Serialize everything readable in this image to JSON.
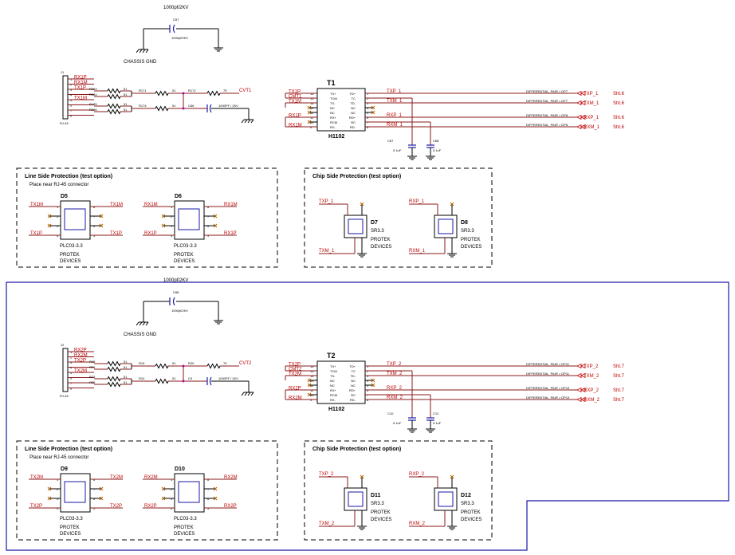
{
  "top": {
    "cap_rating": "1000pf/2KV",
    "cap_ref": "C87",
    "cap_value": "1000pf/2KV",
    "chassis": "CHASSIS GND",
    "conn_ref": "J1",
    "conn_type": "RJ-45",
    "conn_pins": [
      "1",
      "2",
      "3",
      "4",
      "5",
      "6",
      "7",
      "8"
    ],
    "conn_nets": [
      "RX1P",
      "RX1M",
      "TX1P",
      "",
      "TX1M",
      "",
      "",
      ""
    ],
    "resistors": [
      {
        "ref": "R183",
        "val": "51"
      },
      {
        "ref": "R184",
        "val": "51"
      },
      {
        "ref": "R185",
        "val": "51"
      },
      {
        "ref": "R186",
        "val": "51"
      }
    ],
    "r_mid": [
      {
        "ref": "R171",
        "val": "51"
      },
      {
        "ref": "R172",
        "val": "75"
      },
      {
        "ref": "R174",
        "val": "51"
      }
    ],
    "cvt": "CVT1",
    "c66": "C66",
    "c66_val": "1000PF / 2KV",
    "xfmr_ref": "T1",
    "xfmr_part": "H1102",
    "xfmr_left_pins": [
      "16",
      "15",
      "14",
      "13",
      "12",
      "11",
      "10",
      "9"
    ],
    "xfmr_left_names": [
      "TX+",
      "TCM",
      "TX-",
      "NC",
      "NC",
      "RX+",
      "RCM",
      "RX-"
    ],
    "xfmr_right_pins": [
      "1",
      "2",
      "3",
      "4",
      "5",
      "6",
      "7",
      "8"
    ],
    "xfmr_right_names": [
      "TD+",
      "TC",
      "TD-",
      "NC",
      "NC",
      "RD+",
      "RC",
      "RD-"
    ],
    "xfmr_left_nets": [
      "TX1P",
      "CMT1",
      "TX1M",
      "",
      "",
      "RX1P",
      "",
      "RX1M"
    ],
    "xfmr_right_nets": [
      "TXP_1",
      "",
      "TXM_1",
      "",
      "",
      "RXP_1",
      "",
      "RXM_1"
    ],
    "diff_pairs": [
      "DIFFERENTIAL_PAIR = DP7",
      "DIFFERENTIAL_PAIR = DP7",
      "DIFFERENTIAL_PAIR = DP8",
      "DIFFERENTIAL_PAIR = DP8"
    ],
    "offpage": [
      "TXP_1",
      "TXM_1",
      "RXP_1",
      "RXM_1"
    ],
    "sheet_ref": "Sht.6",
    "caps": [
      {
        "ref": "C67",
        "val": "0.1uF"
      },
      {
        "ref": "C68",
        "val": "0.1uF"
      }
    ],
    "line_title": "Line Side Protection (test option)",
    "line_note": "Place near RJ-45 connector",
    "chip_title": "Chip Side Protection (test option)",
    "line_devs": [
      {
        "ref": "D5",
        "part": "PLC03-3.3",
        "maker": "PROTEK",
        "maker2": "DEVICES",
        "nl1": "TX1M",
        "nl2": "TX1P",
        "nr1": "TX1M",
        "nr2": "TX1P"
      },
      {
        "ref": "D6",
        "part": "PLC03-3.3",
        "maker": "PROTEK",
        "maker2": "DEVICES",
        "nl1": "RX1M",
        "nl2": "RX1P",
        "nr1": "RX1M",
        "nr2": "RX1P"
      }
    ],
    "chip_devs": [
      {
        "ref": "D7",
        "part": "SR3.3",
        "maker": "PROTEK",
        "maker2": "DEVICES",
        "n1": "TXP_1",
        "n2": "TXM_1"
      },
      {
        "ref": "D8",
        "part": "SR3.3",
        "maker": "PROTEK",
        "maker2": "DEVICES",
        "n1": "RXP_1",
        "n2": "RXM_1"
      }
    ]
  },
  "bottom": {
    "cap_rating": "1000pf/2KV",
    "cap_ref": "C88",
    "cap_value": "1000pf/2KV",
    "chassis": "CHASSIS GND",
    "conn_ref": "J2",
    "conn_type": "RJ-45",
    "conn_pins": [
      "1",
      "2",
      "3",
      "4",
      "5",
      "6",
      "7",
      "8"
    ],
    "conn_nets": [
      "RX2P",
      "RX2M",
      "TX2P",
      "",
      "TX2M",
      "",
      "",
      ""
    ],
    "resistors": [
      {
        "ref": "R18",
        "val": "51"
      },
      {
        "ref": "R21",
        "val": "51"
      },
      {
        "ref": "R23",
        "val": "51"
      },
      {
        "ref": "R25",
        "val": "51"
      }
    ],
    "r_mid": [
      {
        "ref": "R19",
        "val": "51"
      },
      {
        "ref": "R20",
        "val": "75"
      },
      {
        "ref": "R24",
        "val": "51"
      }
    ],
    "cvt": "CVT2",
    "c66": "C9",
    "c66_val": "1000PF / 2KV",
    "xfmr_ref": "T2",
    "xfmr_part": "H1102",
    "xfmr_left_pins": [
      "16",
      "15",
      "14",
      "13",
      "12",
      "11",
      "10",
      "9"
    ],
    "xfmr_left_names": [
      "TX+",
      "TCM",
      "TX-",
      "NC",
      "NC",
      "RX+",
      "RCM",
      "RX-"
    ],
    "xfmr_right_pins": [
      "1",
      "2",
      "3",
      "4",
      "5",
      "6",
      "7",
      "8"
    ],
    "xfmr_right_names": [
      "TD+",
      "TC",
      "TD-",
      "NC",
      "NC",
      "RD+",
      "RC",
      "RD-"
    ],
    "xfmr_left_nets": [
      "TX2P",
      "CMT2",
      "TX2M",
      "",
      "",
      "RX2P",
      "",
      "RX2M"
    ],
    "xfmr_right_nets": [
      "TXP_2",
      "",
      "TXM_2",
      "",
      "",
      "RXP_2",
      "",
      "RXM_2"
    ],
    "diff_pairs": [
      "DIFFERENTIAL_PAIR = DP11",
      "DIFFERENTIAL_PAIR = DP11",
      "DIFFERENTIAL_PAIR = DP13",
      "DIFFERENTIAL_PAIR = DP13"
    ],
    "offpage": [
      "TXP_2",
      "TXM_2",
      "RXP_2",
      "RXM_2"
    ],
    "sheet_ref": "Sht.7",
    "caps": [
      {
        "ref": "C10",
        "val": "0.1uF"
      },
      {
        "ref": "C11",
        "val": "0.1uF"
      }
    ],
    "line_title": "Line Side Protection (test option)",
    "line_note": "Place near RJ-45 connector",
    "chip_title": "Chip Side Protection (test option)",
    "line_devs": [
      {
        "ref": "D9",
        "part": "PLC03-3.3",
        "maker": "PROTEK",
        "maker2": "DEVICES",
        "nl1": "TX2M",
        "nl2": "TX2P",
        "nr1": "TX2M",
        "nr2": "TX2P"
      },
      {
        "ref": "D10",
        "part": "PLC03-3.3",
        "maker": "PROTEK",
        "maker2": "DEVICES",
        "nl1": "RX2M",
        "nl2": "RX2P",
        "nr1": "RX2M",
        "nr2": "RX2P"
      }
    ],
    "chip_devs": [
      {
        "ref": "D11",
        "part": "SR3.3",
        "maker": "PROTEK",
        "maker2": "DEVICES",
        "n1": "TXP_2",
        "n2": "TXM_2"
      },
      {
        "ref": "D12",
        "part": "SR3.3",
        "maker": "PROTEK",
        "maker2": "DEVICES",
        "n1": "RXP_2",
        "n2": "RXM_2"
      }
    ]
  },
  "colors": {
    "wire": "#8b1a1a",
    "net": "#c00000",
    "frame": "#1a1aa6",
    "ink": "#000000"
  }
}
